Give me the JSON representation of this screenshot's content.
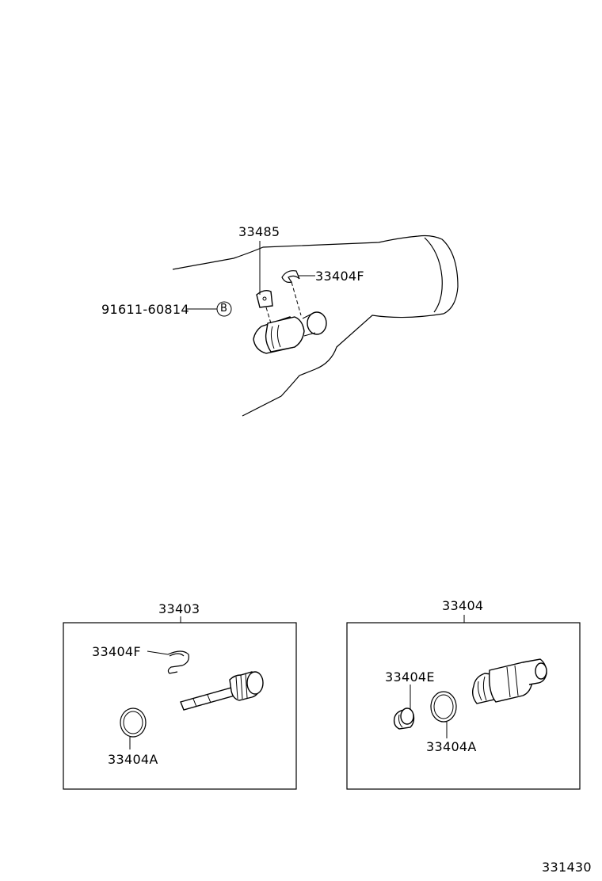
{
  "diagram": {
    "top": {
      "labels": {
        "sensor_bracket": "33485",
        "clip_top": "33404F",
        "bolt": "91611-60814",
        "bolt_marker": "B"
      }
    },
    "box_left": {
      "title": "33403",
      "labels": {
        "clip": "33404F",
        "o_ring": "33404A"
      }
    },
    "box_right": {
      "title": "33404",
      "labels": {
        "sleeve": "33404E",
        "o_ring": "33404A"
      }
    },
    "figure_number": "331430"
  }
}
